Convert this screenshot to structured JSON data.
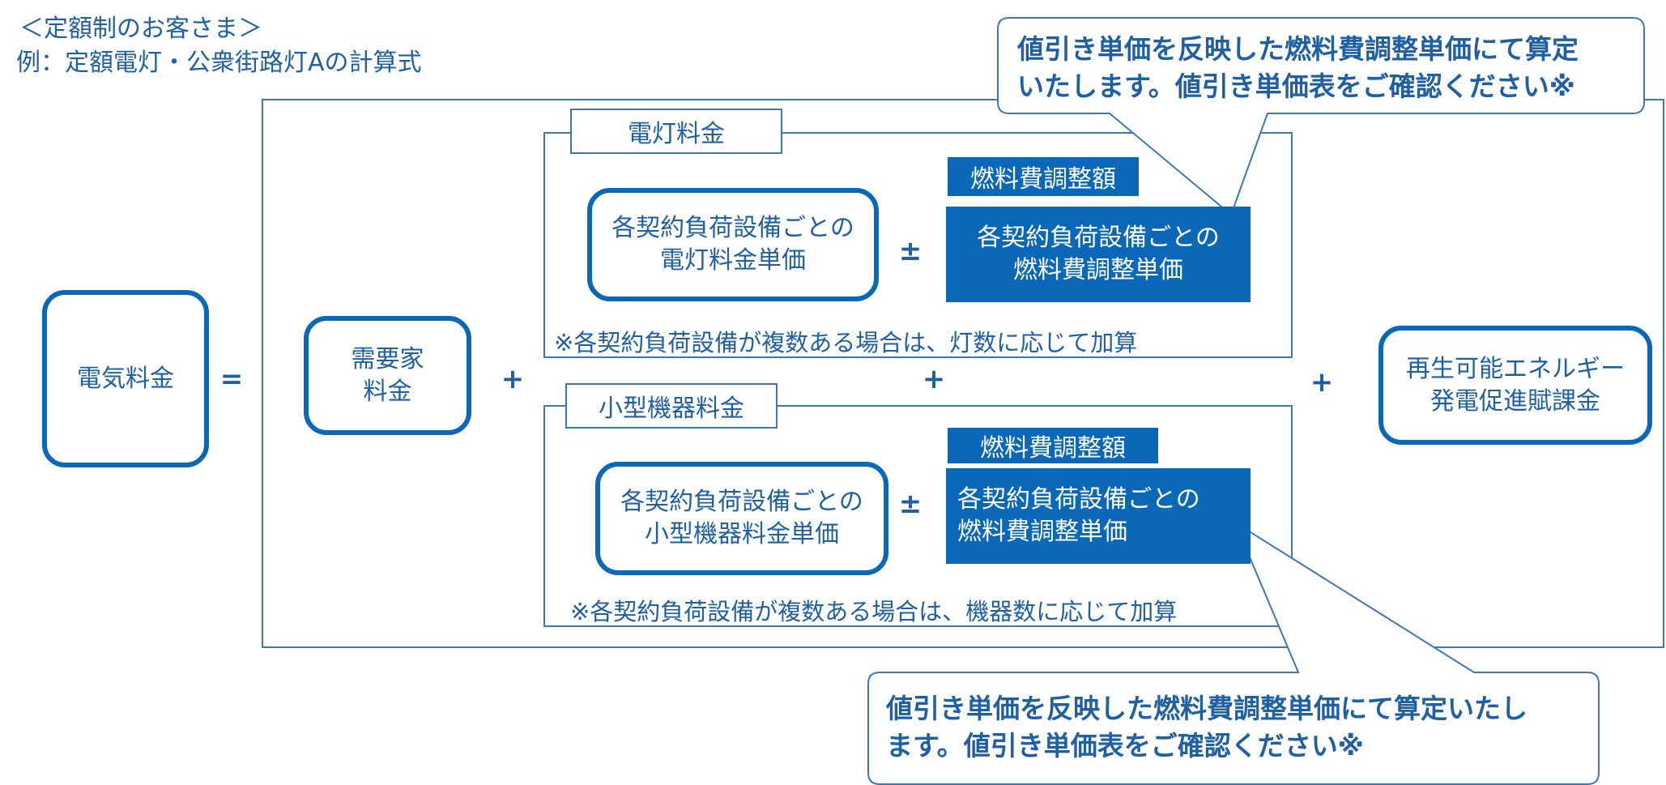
{
  "header": {
    "line1": "＜定額制のお客さま＞",
    "line2": "例：定額電灯・公衆街路灯Aの計算式"
  },
  "nodes": {
    "electricity_fee": "電気料金",
    "customer_fee_1": "需要家",
    "customer_fee_2": "料金",
    "renewable_1": "再生可能エネルギー",
    "renewable_2": "発電促進賦課金"
  },
  "operators": {
    "equals": "=",
    "plus": "+",
    "plusminus": "±"
  },
  "lighting": {
    "tab": "電灯料金",
    "unit_1": "各契約負荷設備ごとの",
    "unit_2": "電灯料金単価",
    "fuel_label": "燃料費調整額",
    "fuel_1": "各契約負荷設備ごとの",
    "fuel_2": "燃料費調整単価",
    "note": "※各契約負荷設備が複数ある場合は、灯数に応じて加算"
  },
  "appliance": {
    "tab": "小型機器料金",
    "unit_1": "各契約負荷設備ごとの",
    "unit_2": "小型機器料金単価",
    "fuel_label": "燃料費調整額",
    "fuel_1": "各契約負荷設備ごとの",
    "fuel_2": "燃料費調整単価",
    "note": "※各契約負荷設備が複数ある場合は、機器数に応じて加算"
  },
  "callouts": {
    "top_1": "値引き単価を反映した燃料費調整単価にて算定",
    "top_2": "いたします。値引き単価表をご確認ください※",
    "bottom_1": "値引き単価を反映した燃料費調整単価にて算定いたし",
    "bottom_2": "ます。値引き単価表をご確認ください※"
  },
  "colors": {
    "primary": "#0b67b8",
    "text": "#1f5fa3",
    "border": "#3e76b6"
  }
}
